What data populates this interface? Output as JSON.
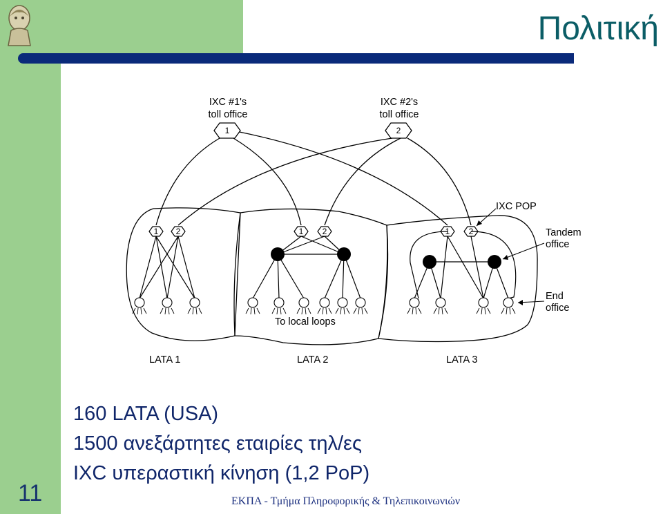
{
  "title": "Πολιτική",
  "slide_number": "11",
  "diagram": {
    "ixc1": [
      "IXC #1's",
      "toll office"
    ],
    "ixc2": [
      "IXC #2's",
      "toll office"
    ],
    "node1": "1",
    "node2": "2",
    "ixc_pop": "IXC POP",
    "tandem": [
      "Tandem",
      "office"
    ],
    "end": [
      "End",
      "office"
    ],
    "local_loops": "To local loops",
    "lata1": "LATA 1",
    "lata2": "LATA 2",
    "lata3": "LATA 3"
  },
  "bullets": [
    "160 LATA (USA)",
    "1500 ανεξάρτητες εταιρίες τηλ/ες",
    "IXC υπεραστική κίνηση (1,2 PoP)"
  ],
  "footer": "ΕΚΠΑ - Τμήμα Πληροφορικής & Τηλεπικοινωνιών"
}
